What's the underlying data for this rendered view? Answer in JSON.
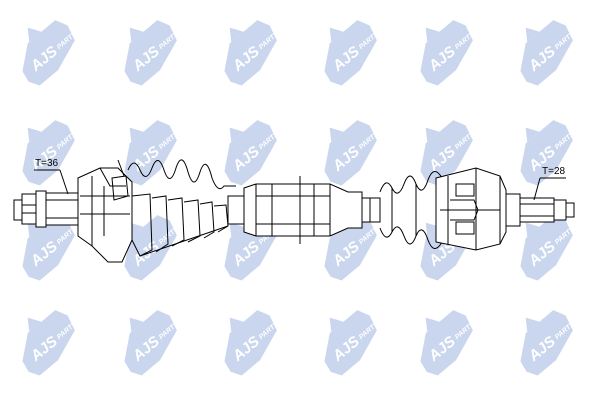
{
  "watermark": {
    "text": "AJS",
    "subtext": "PARTS",
    "color": "#c9d6ee",
    "text_color": "#ffffff"
  },
  "labels": {
    "left_tooth_count": "T=36",
    "right_tooth_count": "T=28"
  }
}
